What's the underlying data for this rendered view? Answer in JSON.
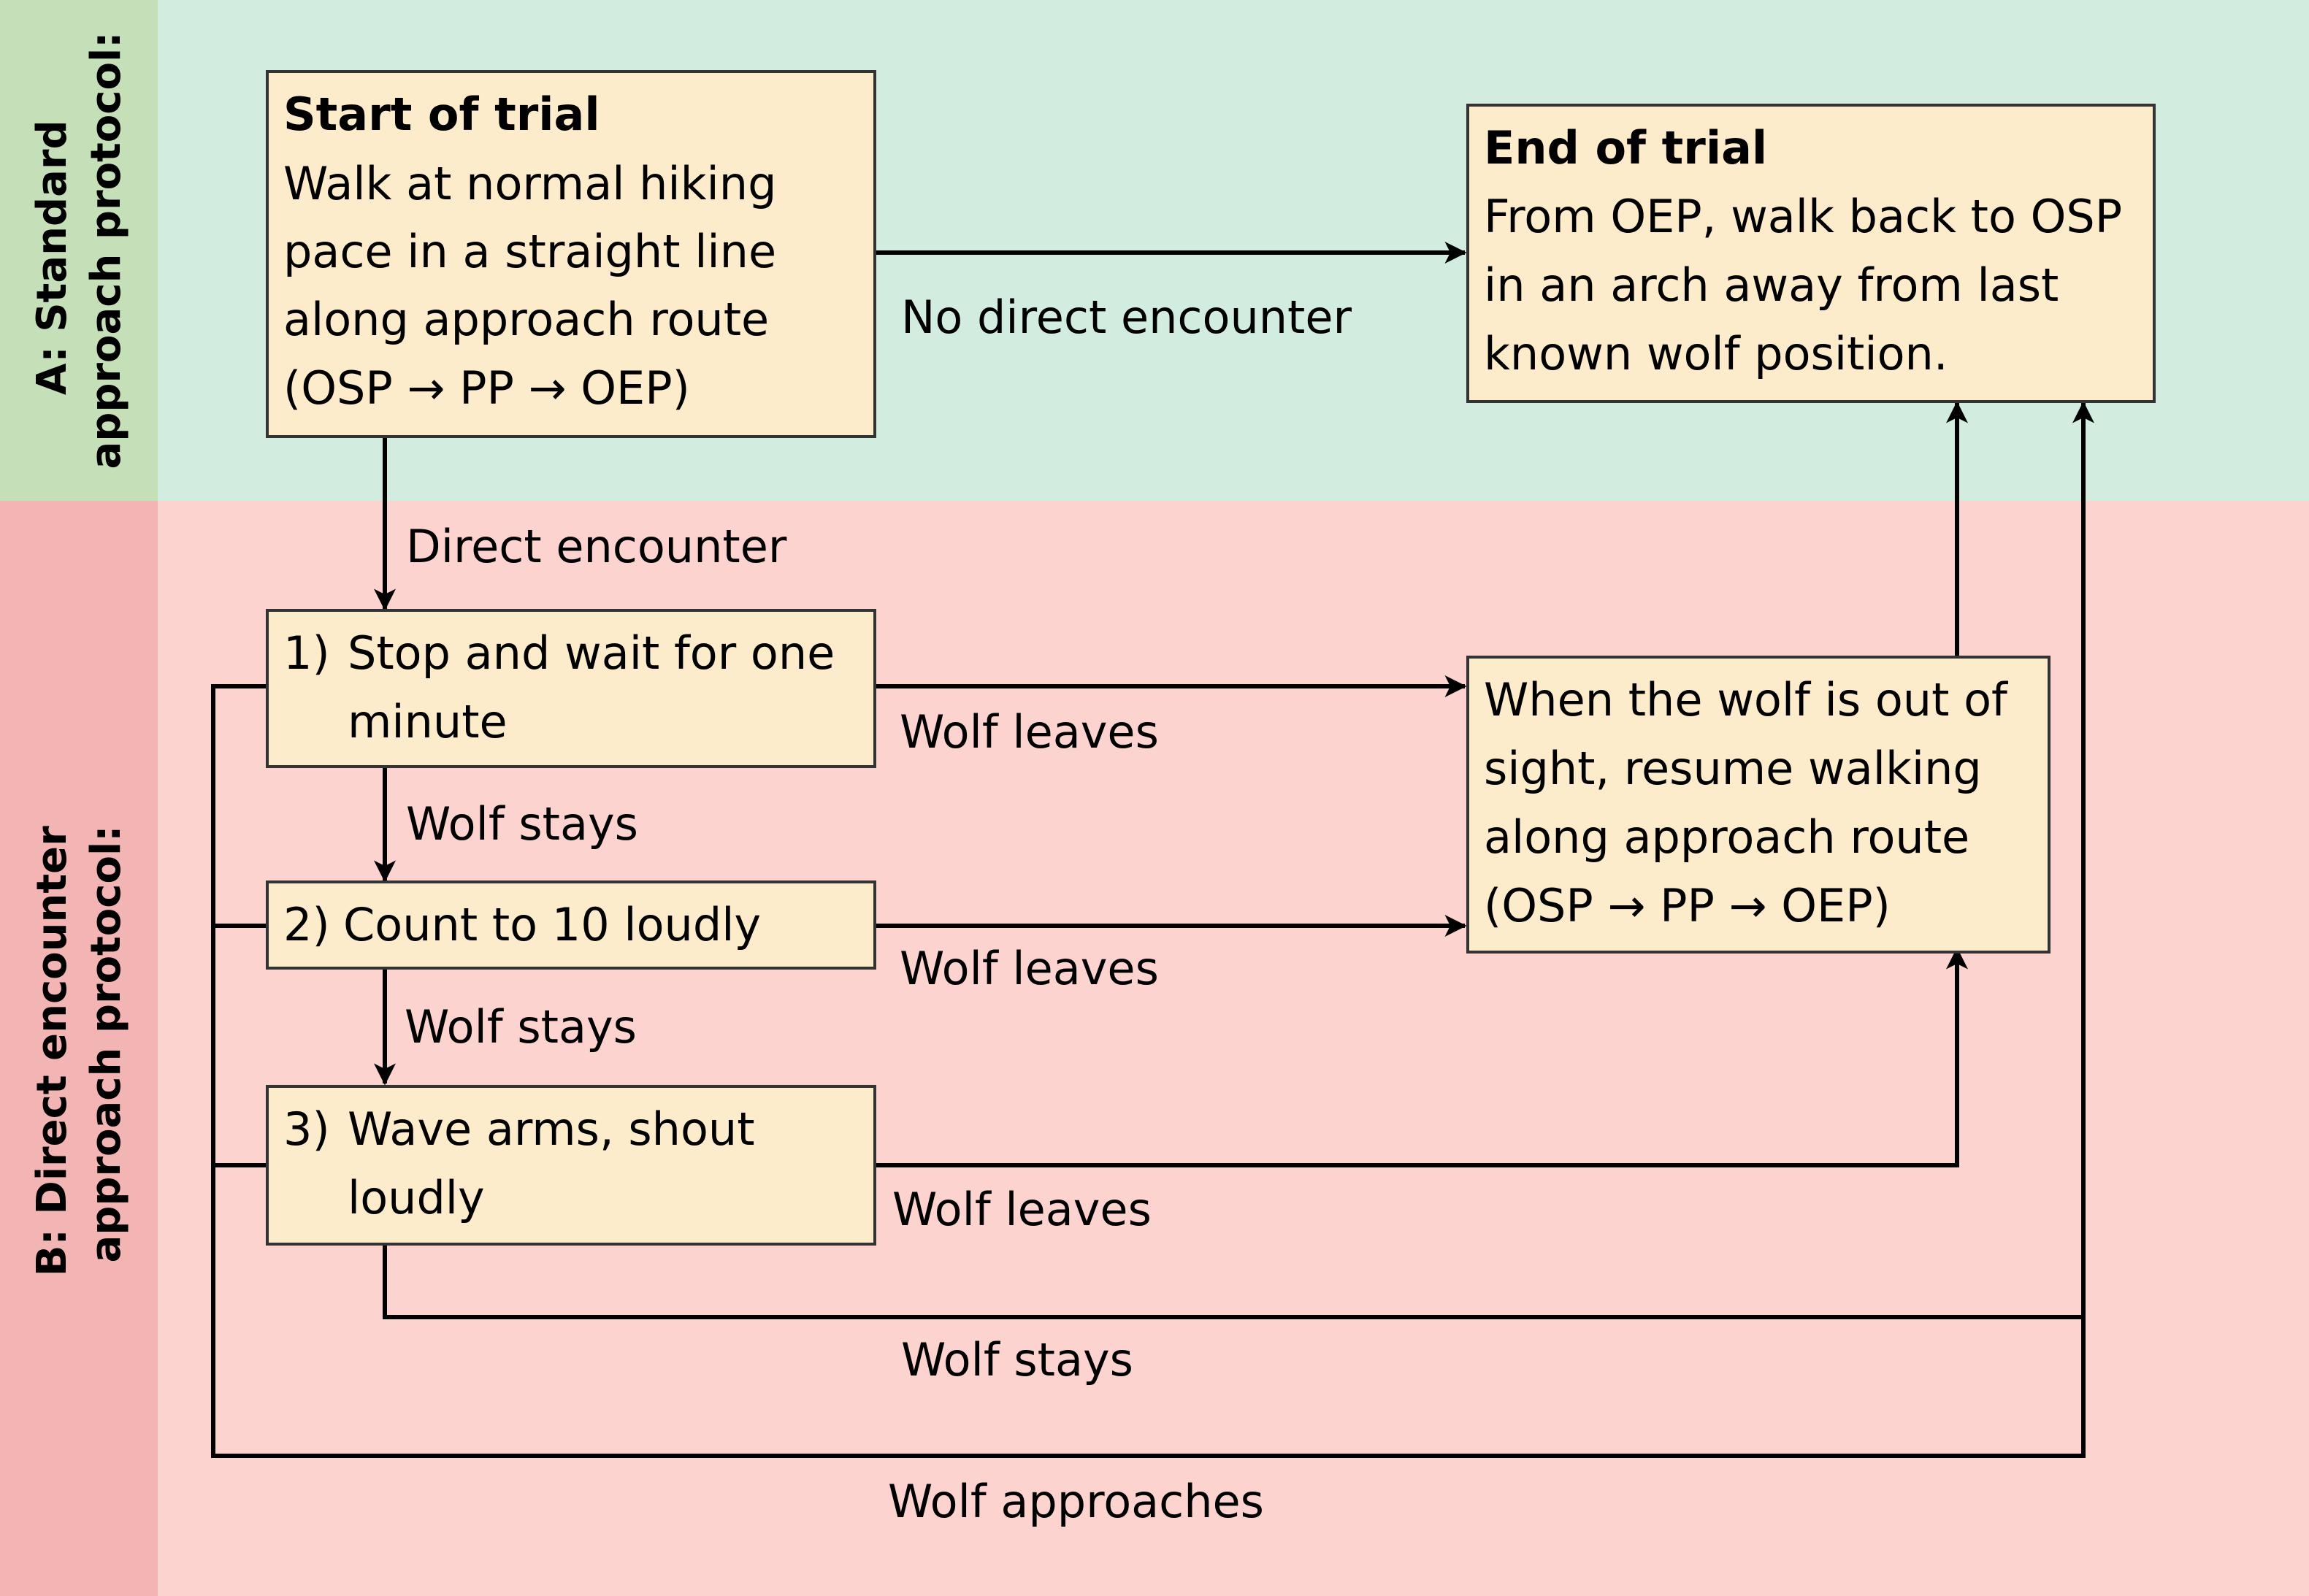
{
  "colors": {
    "band_a_bg": "#d2ece0",
    "band_a_label_bg": "#c5dfb9",
    "band_b_bg": "#fcd3cf",
    "band_b_label_bg": "#f2b5b3",
    "box_fill": "#fdeccb",
    "line": "#000000"
  },
  "bands": {
    "a": {
      "label_line1": "A: Standard",
      "label_line2": "approach protocol:"
    },
    "b": {
      "label_line1": "B: Direct encounter",
      "label_line2": "approach protocol:"
    }
  },
  "boxes": {
    "start": {
      "title": "Start of trial",
      "lines": [
        "Walk at normal hiking",
        "pace in a straight line",
        "along approach route",
        "(OSP → PP → OEP)"
      ]
    },
    "end": {
      "title": "End of trial",
      "lines": [
        "From OEP, walk back to OSP",
        "in an arch away from last",
        "known wolf position."
      ]
    },
    "step1": {
      "number": "1)",
      "lines": [
        "Stop and wait for one",
        "minute"
      ]
    },
    "step2": {
      "number": "2)",
      "lines": [
        "Count to 10 loudly"
      ]
    },
    "step3": {
      "number": "3)",
      "lines": [
        "Wave arms, shout",
        "loudly"
      ]
    },
    "resume": {
      "lines": [
        "When the wolf is out of",
        "sight, resume walking",
        "along approach route",
        "(OSP → PP → OEP)"
      ]
    }
  },
  "edges": {
    "no_direct": "No direct encounter",
    "direct": "Direct encounter",
    "leaves1": "Wolf leaves",
    "stays1": "Wolf stays",
    "leaves2": "Wolf leaves",
    "stays2": "Wolf stays",
    "leaves3": "Wolf leaves",
    "stays3": "Wolf stays",
    "approaches": "Wolf approaches"
  }
}
